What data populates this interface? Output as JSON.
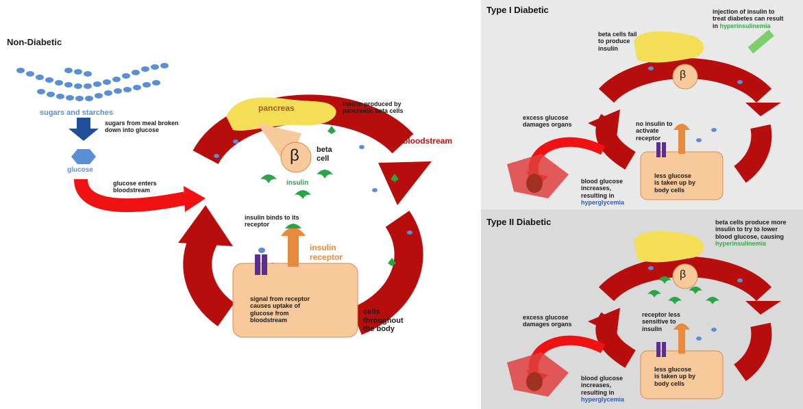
{
  "main": {
    "title": "Non-Diabetic",
    "sugars_label": "sugars and starches",
    "sugars_note": [
      "sugars from meal broken",
      "down into glucose"
    ],
    "glucose_label": "glucose",
    "glucose_enters": [
      "glucose enters",
      "bloodstream"
    ],
    "pancreas_label": "pancreas",
    "insulin_produced": [
      "insulin produced by",
      "pancreatic beta cells"
    ],
    "bloodstream_label": "bloodstream",
    "beta_symbol": "β",
    "beta_cell": [
      "beta",
      "cell"
    ],
    "insulin_label": "insulin",
    "insulin_binds": [
      "insulin binds to its",
      "receptor"
    ],
    "insulin_receptor": [
      "insulin",
      "receptor"
    ],
    "signal_note": [
      "signal from receptor",
      "causes uptake of",
      "glucose from",
      "bloodstream"
    ],
    "cells_label": [
      "cells",
      "throughout",
      "the body"
    ]
  },
  "type1": {
    "title": "Type I Diabetic",
    "injection_note": [
      "injection of insulin to",
      "treat diabetes can result"
    ],
    "injection_prefix": "in ",
    "injection_term": "hyperinsulinemia",
    "beta_fail": [
      "beta cells fail",
      "to produce",
      "insulin"
    ],
    "beta_symbol": "β",
    "excess_glucose": [
      "excess glucose",
      "damages organs"
    ],
    "no_insulin": [
      "no insulin to",
      "activate",
      "receptor"
    ],
    "less_glucose": [
      "less glucose",
      "is taken up by",
      "body cells"
    ],
    "blood_glucose": [
      "blood glucose",
      "increases,",
      "resulting in"
    ],
    "hyperglycemia": "hyperglycemia"
  },
  "type2": {
    "title": "Type II Diabetic",
    "beta_produce": [
      "beta cells produce more",
      "insulin to try to lower",
      "blood glucose, causing"
    ],
    "hyperinsulinemia": "hyperinsulinemia",
    "beta_symbol": "β",
    "excess_glucose": [
      "excess glucose",
      "damages organs"
    ],
    "receptor_less": [
      "receptor less",
      "sensitive to",
      "insulin"
    ],
    "less_glucose": [
      "less glucose",
      "is taken up by",
      "body cells"
    ],
    "blood_glucose": [
      "blood glucose",
      "increases,",
      "resulting in"
    ],
    "hyperglycemia": "hyperglycemia"
  },
  "colors": {
    "artery": "#b80d0d",
    "artery_dark": "#7e0606",
    "bright_red": "#f01212",
    "pancreas": "#f4de56",
    "cell": "#f8c99a",
    "glucose": "#5b8fd4",
    "insulin": "#2aa447",
    "receptor": "#e88a3c",
    "channel": "#5a2e91"
  }
}
